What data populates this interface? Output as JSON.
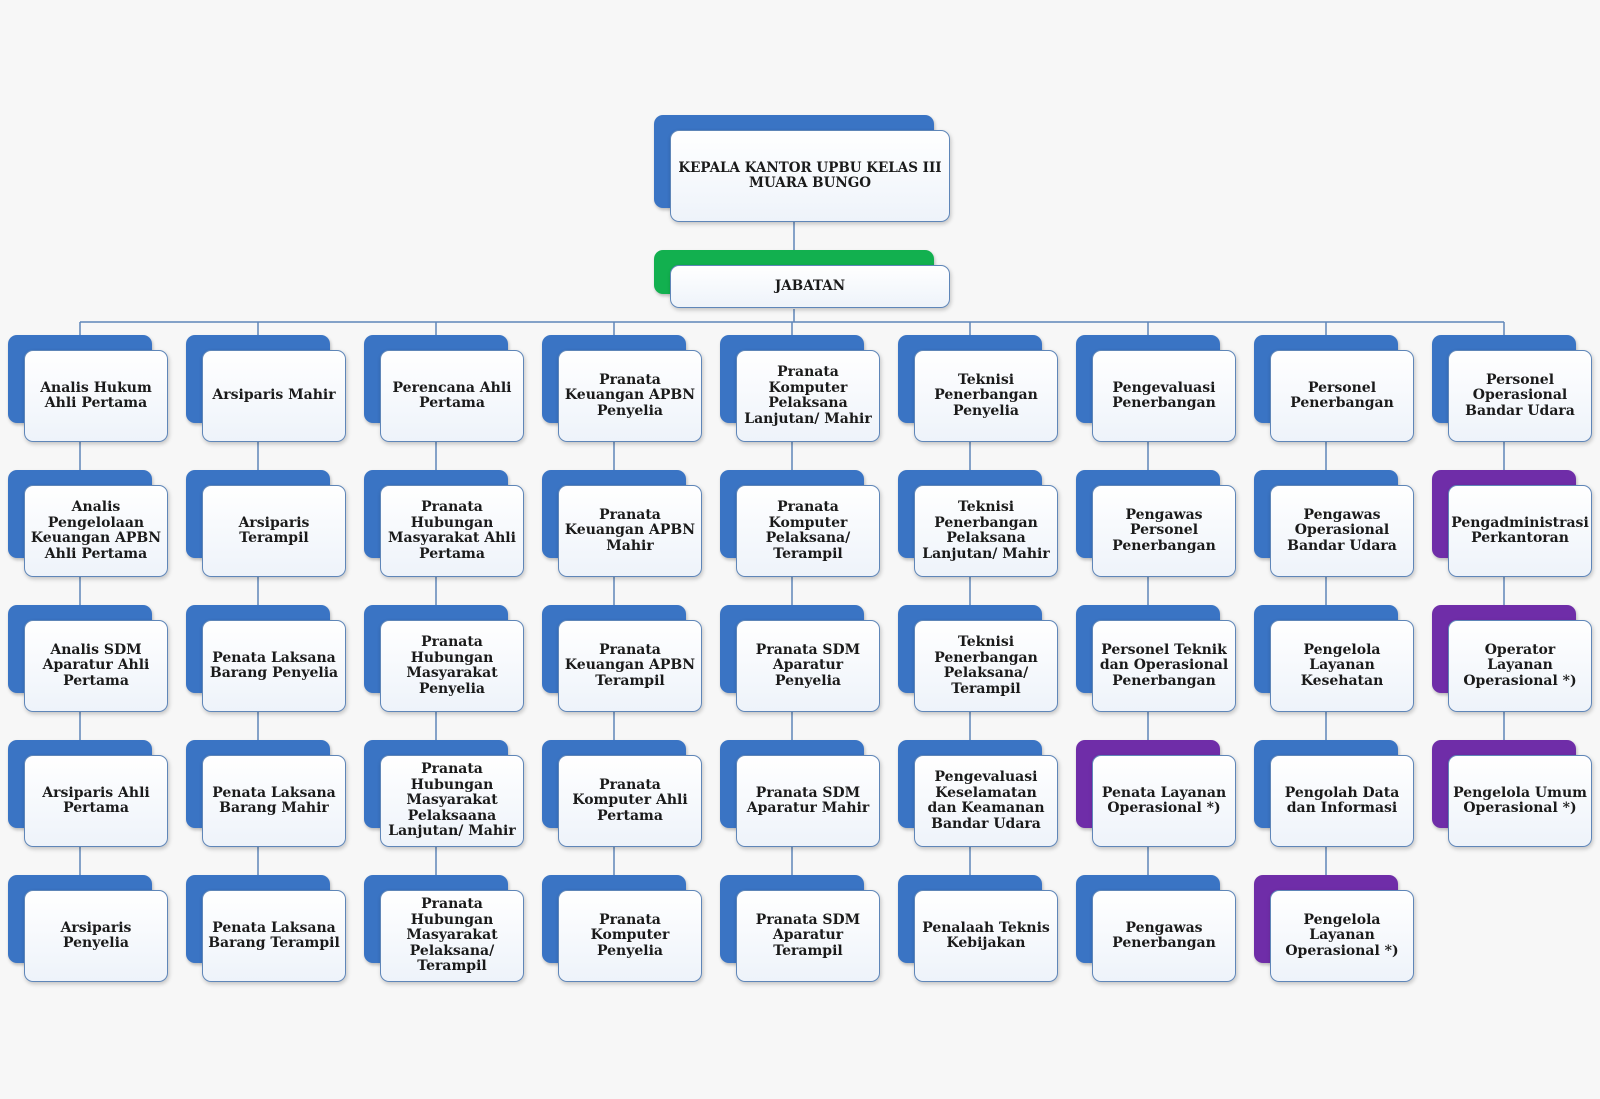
{
  "colors": {
    "blue": "#3a74c4",
    "green": "#12b04f",
    "purple": "#6f2da8",
    "line": "#5f86b8"
  },
  "root": {
    "label": "KEPALA KANTOR UPBU KELAS III MUARA BUNGO"
  },
  "jabatan": {
    "label": "JABATAN"
  },
  "columns": [
    {
      "items": [
        {
          "label": "Analis Hukum Ahli Pertama",
          "color": "blue"
        },
        {
          "label": "Analis Pengelolaan Keuangan APBN Ahli Pertama",
          "color": "blue"
        },
        {
          "label": "Analis SDM Aparatur Ahli Pertama",
          "color": "blue"
        },
        {
          "label": "Arsiparis Ahli Pertama",
          "color": "blue"
        },
        {
          "label": "Arsiparis Penyelia",
          "color": "blue"
        }
      ]
    },
    {
      "items": [
        {
          "label": "Arsiparis Mahir",
          "color": "blue"
        },
        {
          "label": "Arsiparis Terampil",
          "color": "blue"
        },
        {
          "label": "Penata Laksana Barang Penyelia",
          "color": "blue"
        },
        {
          "label": "Penata Laksana Barang Mahir",
          "color": "blue"
        },
        {
          "label": "Penata Laksana Barang Terampil",
          "color": "blue"
        }
      ]
    },
    {
      "items": [
        {
          "label": "Perencana Ahli Pertama",
          "color": "blue"
        },
        {
          "label": "Pranata Hubungan Masyarakat Ahli Pertama",
          "color": "blue"
        },
        {
          "label": "Pranata Hubungan Masyarakat Penyelia",
          "color": "blue"
        },
        {
          "label": "Pranata Hubungan Masyarakat Pelaksaana Lanjutan/ Mahir",
          "color": "blue"
        },
        {
          "label": "Pranata Hubungan Masyarakat Pelaksana/ Terampil",
          "color": "blue"
        }
      ]
    },
    {
      "items": [
        {
          "label": "Pranata Keuangan APBN Penyelia",
          "color": "blue"
        },
        {
          "label": "Pranata Keuangan APBN Mahir",
          "color": "blue"
        },
        {
          "label": "Pranata Keuangan APBN Terampil",
          "color": "blue"
        },
        {
          "label": "Pranata Komputer Ahli Pertama",
          "color": "blue"
        },
        {
          "label": "Pranata Komputer Penyelia",
          "color": "blue"
        }
      ]
    },
    {
      "items": [
        {
          "label": "Pranata Komputer Pelaksana Lanjutan/ Mahir",
          "color": "blue"
        },
        {
          "label": "Pranata Komputer Pelaksana/ Terampil",
          "color": "blue"
        },
        {
          "label": "Pranata SDM Aparatur Penyelia",
          "color": "blue"
        },
        {
          "label": "Pranata SDM Aparatur Mahir",
          "color": "blue"
        },
        {
          "label": "Pranata SDM Aparatur Terampil",
          "color": "blue"
        }
      ]
    },
    {
      "items": [
        {
          "label": "Teknisi Penerbangan Penyelia",
          "color": "blue"
        },
        {
          "label": "Teknisi Penerbangan Pelaksana Lanjutan/ Mahir",
          "color": "blue"
        },
        {
          "label": "Teknisi Penerbangan Pelaksana/ Terampil",
          "color": "blue"
        },
        {
          "label": "Pengevaluasi Keselamatan dan Keamanan Bandar Udara",
          "color": "blue"
        },
        {
          "label": "Penalaah Teknis Kebijakan",
          "color": "blue"
        }
      ]
    },
    {
      "items": [
        {
          "label": "Pengevaluasi Penerbangan",
          "color": "blue"
        },
        {
          "label": "Pengawas Personel Penerbangan",
          "color": "blue"
        },
        {
          "label": "Personel Teknik dan Operasional Penerbangan",
          "color": "blue"
        },
        {
          "label": "Penata Layanan Operasional *)",
          "color": "purple"
        },
        {
          "label": "Pengawas Penerbangan",
          "color": "blue"
        }
      ]
    },
    {
      "items": [
        {
          "label": "Personel Penerbangan",
          "color": "blue"
        },
        {
          "label": "Pengawas Operasional Bandar Udara",
          "color": "blue"
        },
        {
          "label": "Pengelola Layanan Kesehatan",
          "color": "blue"
        },
        {
          "label": "Pengolah Data dan Informasi",
          "color": "blue"
        },
        {
          "label": "Pengelola Layanan Operasional *)",
          "color": "purple"
        }
      ]
    },
    {
      "items": [
        {
          "label": "Personel Operasional Bandar Udara",
          "color": "blue"
        },
        {
          "label": "Pengadministrasi Perkantoran",
          "color": "purple"
        },
        {
          "label": "Operator Layanan Operasional *)",
          "color": "purple"
        },
        {
          "label": "Pengelola Umum Operasional *)",
          "color": "purple"
        }
      ]
    }
  ]
}
